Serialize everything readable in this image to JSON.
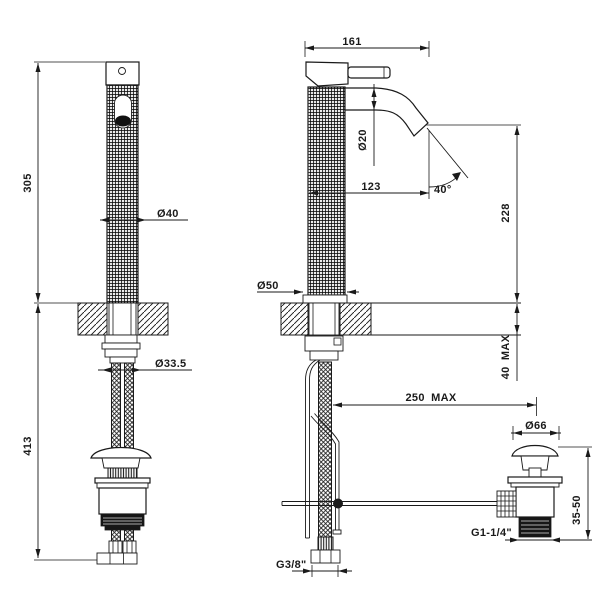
{
  "drawing": {
    "subject": "Single-lever basin mixer tap with pop-up waste — dimensional drawing",
    "views": {
      "front": {
        "dims": {
          "height_above_deck": "305",
          "height_below_deck": "413",
          "body_diameter": "Ø40",
          "shank_diameter": "Ø33.5"
        }
      },
      "side": {
        "dims": {
          "overall_depth": "161",
          "spout_diameter": "Ø20",
          "spout_reach": "123",
          "spout_angle": "40°",
          "spout_height": "228",
          "base_diameter": "Ø50",
          "deck_thickness_max": "40 MAX",
          "popup_rod_reach_max": "250 MAX",
          "waste_cap_diameter": "Ø66",
          "waste_height_range": "35-50",
          "waste_thread": "G1-1/4\"",
          "supply_thread": "G3/8\""
        }
      }
    }
  }
}
